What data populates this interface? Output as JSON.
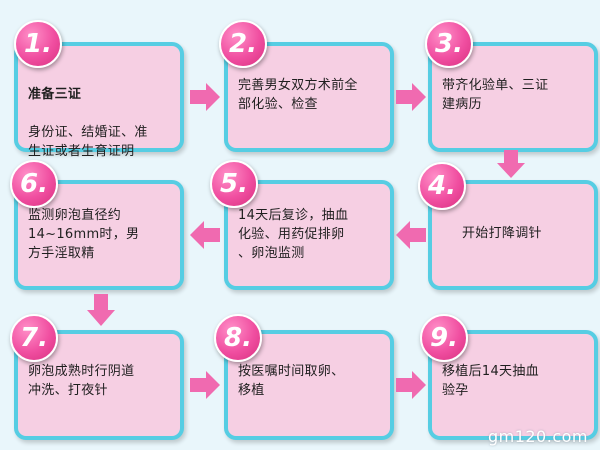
{
  "steps": [
    {
      "number": "1.",
      "title": "准备三证",
      "text": "身份证、结婚证、准\n生证或者生育证明"
    },
    {
      "number": "2.",
      "text": "完善男女双方术前全\n部化验、检查"
    },
    {
      "number": "3.",
      "text": "带齐化验单、三证\n建病历"
    },
    {
      "number": "4.",
      "text": "开始打降调针"
    },
    {
      "number": "5.",
      "text": "14天后复诊，抽血\n化验、用药促排卵\n、卵泡监测"
    },
    {
      "number": "6.",
      "text": "监测卵泡直径约\n14~16mm时，男\n方手淫取精"
    },
    {
      "number": "7.",
      "text": "卵泡成熟时行阴道\n冲洗、打夜针"
    },
    {
      "number": "8.",
      "text": "按医嘱时间取卵、\n移植"
    },
    {
      "number": "9.",
      "text": "移植后14天抽血\n验孕"
    }
  ],
  "watermark": "gm120.com",
  "colors": {
    "background": "#e9f6fb",
    "box_fill": "#f6cfe3",
    "box_border": "#56cde3",
    "badge": "#f04ea0",
    "arrow": "#f06ab0"
  }
}
